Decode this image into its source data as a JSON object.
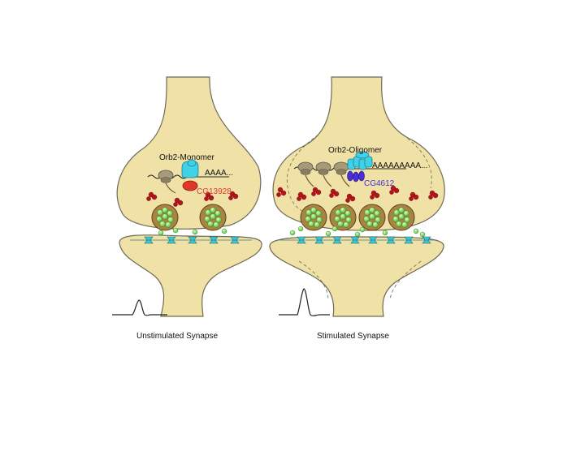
{
  "left_panel": {
    "protein_label": "Orb2-Monomer",
    "polyA_label": "AAAA...",
    "partner_label": "CG13928",
    "caption": "Unstimulated Synapse"
  },
  "right_panel": {
    "protein_label": "Orb2-Oligomer",
    "polyA_label": "AAAAAAAAA...",
    "partner_label": "CG4612",
    "caption": "Stimulated Synapse"
  },
  "colors": {
    "neuron_fill": "#f0e1a6",
    "neuron_stroke": "#6e6a57",
    "vesicle_fill": "#a8843f",
    "neurotransmitter": "#7ed957",
    "receptor": "#3cc6cf",
    "orb2": "#3fd1e8",
    "cg13928": "#e0362a",
    "cg4612": "#4a2fd8",
    "protein_cluster": "#b3141a",
    "ribosome": "#a89a78"
  },
  "icon_names": [
    "ribosome-icon",
    "vesicle-icon",
    "receptor-icon",
    "action-potential-trace-icon"
  ]
}
